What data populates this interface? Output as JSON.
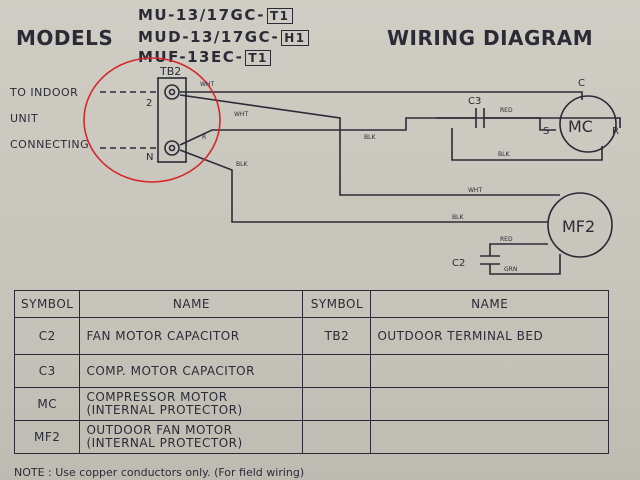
{
  "header": {
    "models_label": "MODELS",
    "model_1": "MU-13/17GC-",
    "model_1_box": "T1",
    "model_2": "MUD-13/17GC-",
    "model_2_box": "H1",
    "model_3": "MUF-13EC-",
    "model_3_box": "T1",
    "title": "WIRING DIAGRAM"
  },
  "left_labels": {
    "line1": "TO INDOOR",
    "line2": "UNIT",
    "line3": "CONNECTING"
  },
  "diagram": {
    "terminal_block": "TB2",
    "terminal_2": "2",
    "terminal_n": "N",
    "wire_wht": "WHT",
    "wire_blk": "BLK",
    "wire_red": "RED",
    "wire_grn": "GRN",
    "wire_r": "R",
    "cap_c3": "C3",
    "cap_c2": "C2",
    "motor_mc": "MC",
    "motor_mf2": "MF2",
    "pin_c": "C",
    "pin_s": "S",
    "pin_r": "R",
    "annotation_color": "#d8262a",
    "ink_color": "#2a2b36"
  },
  "table": {
    "headers": [
      "SYMBOL",
      "NAME",
      "SYMBOL",
      "NAME"
    ],
    "rows": [
      {
        "sym1": "C2",
        "name1": "FAN MOTOR CAPACITOR",
        "sym2": "TB2",
        "name2": "OUTDOOR TERMINAL BED"
      },
      {
        "sym1": "C3",
        "name1": "COMP. MOTOR CAPACITOR",
        "sym2": "",
        "name2": ""
      },
      {
        "sym1": "MC",
        "name1_line1": "COMPRESSOR MOTOR",
        "name1_line2": "(INTERNAL PROTECTOR)",
        "sym2": "",
        "name2": ""
      },
      {
        "sym1": "MF2",
        "name1_line1": "OUTDOOR FAN MOTOR",
        "name1_line2": "(INTERNAL PROTECTOR)",
        "sym2": "",
        "name2": ""
      }
    ]
  },
  "note": "NOTE : Use copper conductors only. (For field wiring)"
}
